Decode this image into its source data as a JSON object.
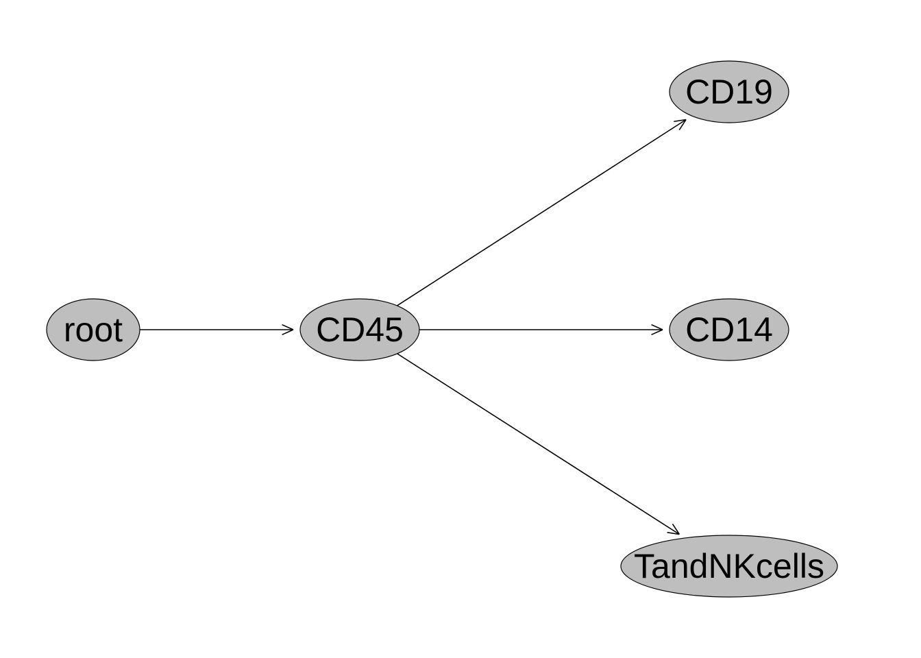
{
  "diagram": {
    "nodes": [
      {
        "id": "root",
        "label": "root"
      },
      {
        "id": "CD45",
        "label": "CD45"
      },
      {
        "id": "CD19",
        "label": "CD19"
      },
      {
        "id": "CD14",
        "label": "CD14"
      },
      {
        "id": "TandNKcells",
        "label": "TandNKcells"
      }
    ],
    "edges": [
      {
        "from": "root",
        "to": "CD45"
      },
      {
        "from": "CD45",
        "to": "CD19"
      },
      {
        "from": "CD45",
        "to": "CD14"
      },
      {
        "from": "CD45",
        "to": "TandNKcells"
      }
    ],
    "colors": {
      "node_fill": "#bebebe",
      "node_stroke": "#000000",
      "edge": "#000000",
      "background": "#ffffff"
    }
  }
}
